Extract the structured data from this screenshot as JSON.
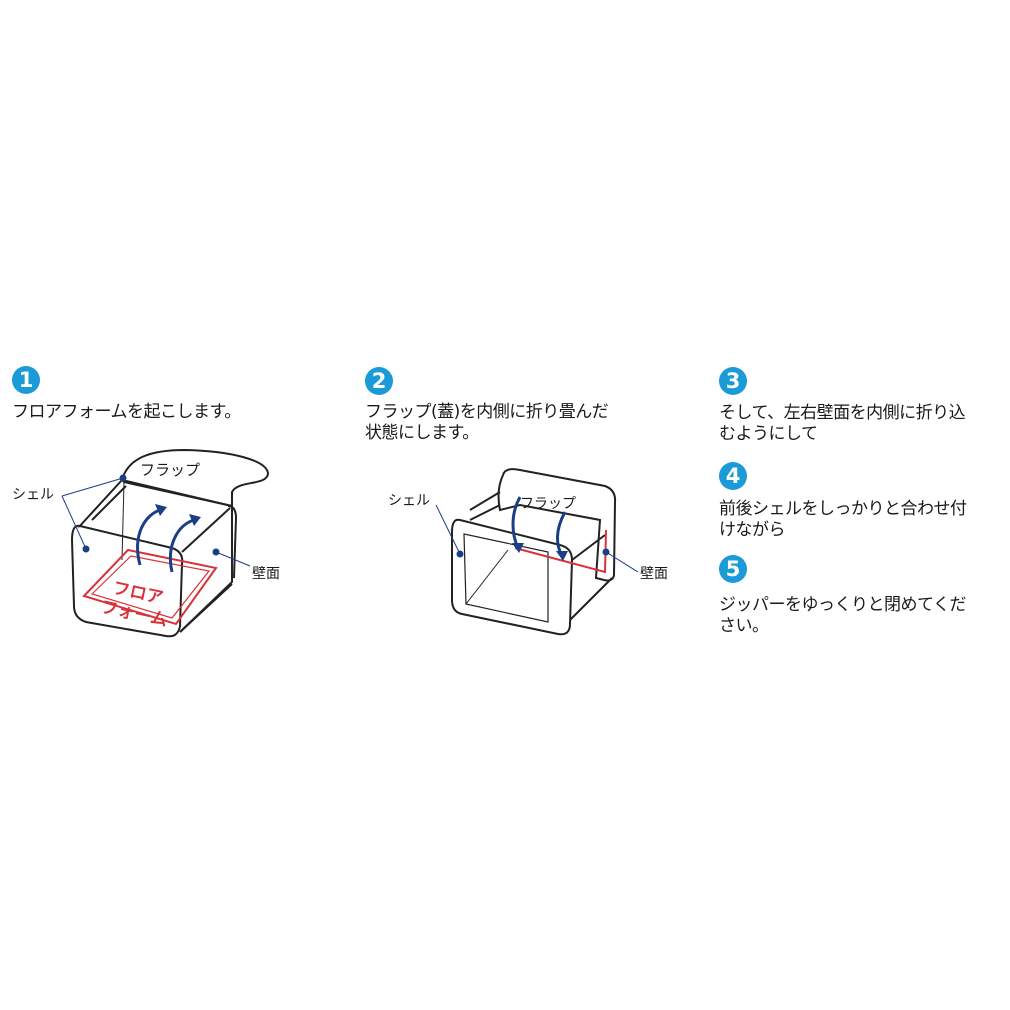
{
  "steps": [
    {
      "number": "1",
      "lines": [
        "フロアフォームを起こします。"
      ]
    },
    {
      "number": "2",
      "lines": [
        "フラップ(蓋)を内側に折り畳んだ",
        "状態にします。"
      ]
    },
    {
      "number": "3",
      "lines": [
        "そして、左右壁面を内側に折り込",
        "むようにして"
      ]
    },
    {
      "number": "4",
      "lines": [
        "前後シェルをしっかりと合わせ付",
        "けながら"
      ]
    },
    {
      "number": "5",
      "lines": [
        "ジッパーをゆっくりと閉めてくだ",
        "さい。"
      ]
    }
  ],
  "diagram1": {
    "flap": "フラップ",
    "shell": "シェル",
    "wall": "壁面",
    "floor_foam": [
      "フロア",
      "フォーム"
    ]
  },
  "diagram2": {
    "flap": "フラップ",
    "shell": "シェル",
    "wall": "壁面"
  },
  "colors": {
    "step_badge": "#1a9ad6",
    "arrow": "#1b3f86",
    "floor_outline": "#d9323a"
  }
}
